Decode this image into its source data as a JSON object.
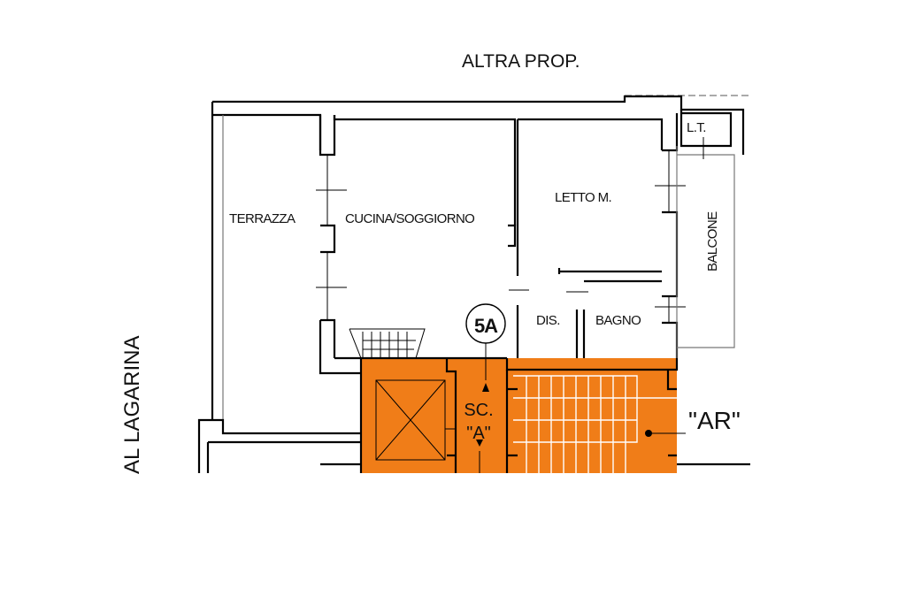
{
  "labels": {
    "neighbor": "ALTRA PROP.",
    "street": "AL LAGARINA",
    "terrace": "TERRAZZA",
    "kitchen_living": "CUCINA/SOGGIORNO",
    "master_bedroom": "LETTO M.",
    "hall": "DIS.",
    "bathroom": "BAGNO",
    "laundry": "L.T.",
    "balcony": "BALCONE",
    "unit": "5A",
    "stair_line1": "SC.",
    "stair_line2": "\"A\"",
    "area_ar": "\"AR\""
  },
  "colors": {
    "stairwell_fill": "#f07d18",
    "walls": "#000000",
    "background": "#ffffff"
  },
  "icons": {
    "up_arrow": "up-arrow-icon",
    "down_arrow": "down-arrow-icon",
    "lift": "elevator-shaft-icon"
  }
}
